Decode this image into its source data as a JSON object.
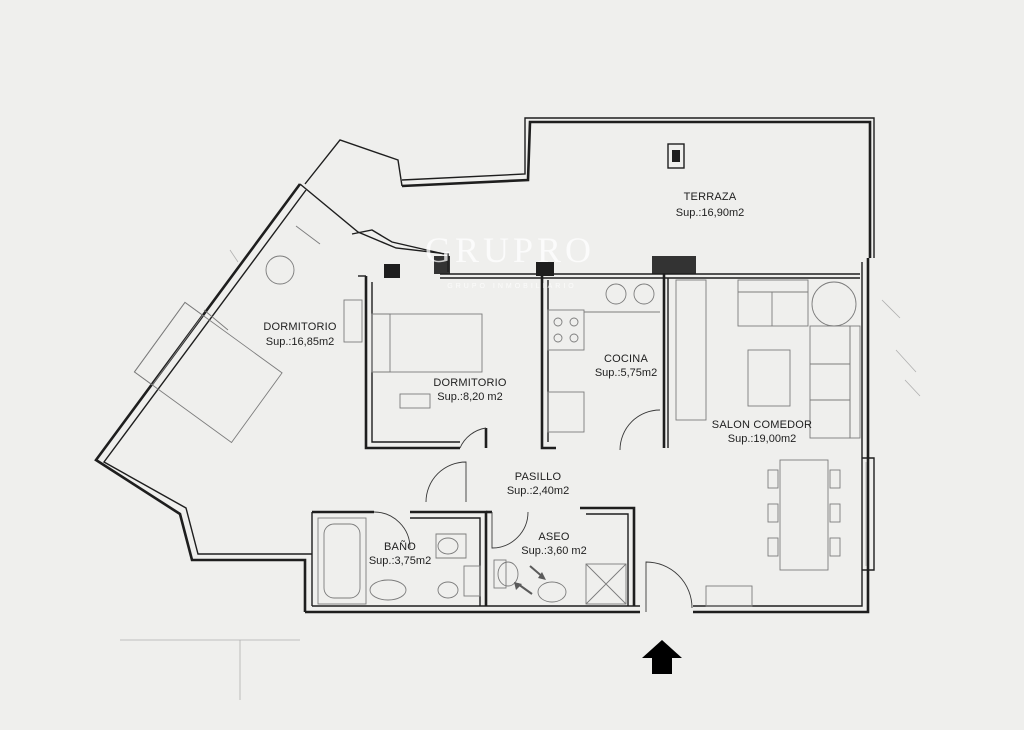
{
  "watermark": {
    "logo_text": "GRUPRO",
    "subtitle": "GRUPO INMOBILIARIO"
  },
  "rooms": [
    {
      "id": "terraza",
      "name": "TERRAZA",
      "area": "Sup.:16,90m2"
    },
    {
      "id": "dormitorio-principal",
      "name": "DORMITORIO",
      "area": "Sup.:16,85m2"
    },
    {
      "id": "dormitorio-2",
      "name": "DORMITORIO",
      "area": "Sup.:8,20 m2"
    },
    {
      "id": "cocina",
      "name": "COCINA",
      "area": "Sup.:5,75m2"
    },
    {
      "id": "salon-comedor",
      "name": "SALON COMEDOR",
      "area": "Sup.:19,00m2"
    },
    {
      "id": "pasillo",
      "name": "PASILLO",
      "area": "Sup.:2,40m2"
    },
    {
      "id": "bano",
      "name": "BAÑO",
      "area": "Sup.:3,75m2"
    },
    {
      "id": "aseo",
      "name": "ASEO",
      "area": "Sup.:3,60 m2"
    }
  ],
  "entrance": {
    "icon": "arrow-up-icon"
  },
  "colors": {
    "background": "#efefed",
    "walls": "#1e1e1e",
    "furniture": "#7c7c7c"
  }
}
